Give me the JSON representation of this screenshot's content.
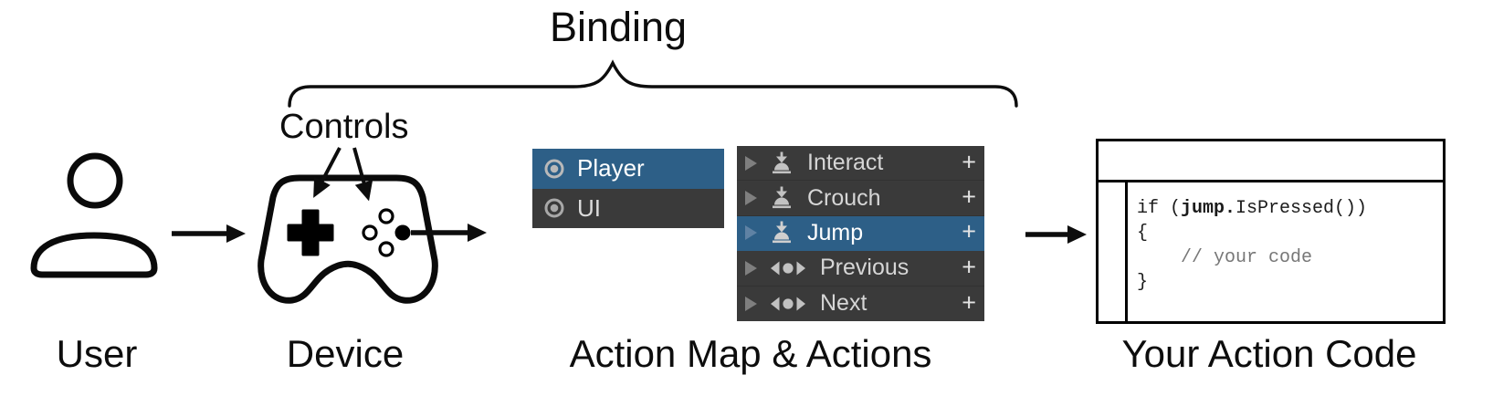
{
  "labels": {
    "binding": "Binding",
    "controls": "Controls",
    "user": "User",
    "device": "Device",
    "action_map_actions": "Action Map & Actions",
    "your_action_code": "Your Action Code"
  },
  "action_map_panel": {
    "items": [
      {
        "label": "Player",
        "icon": "action-map-icon",
        "selected": true
      },
      {
        "label": "UI",
        "icon": "action-map-icon",
        "selected": false
      }
    ]
  },
  "actions_panel": {
    "plus": "+",
    "items": [
      {
        "label": "Interact",
        "icon": "button-action-icon",
        "selected": false
      },
      {
        "label": "Crouch",
        "icon": "button-action-icon",
        "selected": false
      },
      {
        "label": "Jump",
        "icon": "button-action-icon",
        "selected": true
      },
      {
        "label": "Previous",
        "icon": "value-action-icon",
        "selected": false
      },
      {
        "label": "Next",
        "icon": "value-action-icon",
        "selected": false
      }
    ]
  },
  "code_panel": {
    "line1_pre": "if (",
    "line1_bold": "jump.",
    "line1_post": "IsPressed())",
    "line2": "{",
    "line3_comment": "    // your code",
    "line4": "}"
  },
  "colors": {
    "selection_blue": "#2d5f87",
    "panel_dark": "#3a3a3a",
    "icon_gray": "#c2c2c2",
    "line_black": "#0d0d0d"
  }
}
